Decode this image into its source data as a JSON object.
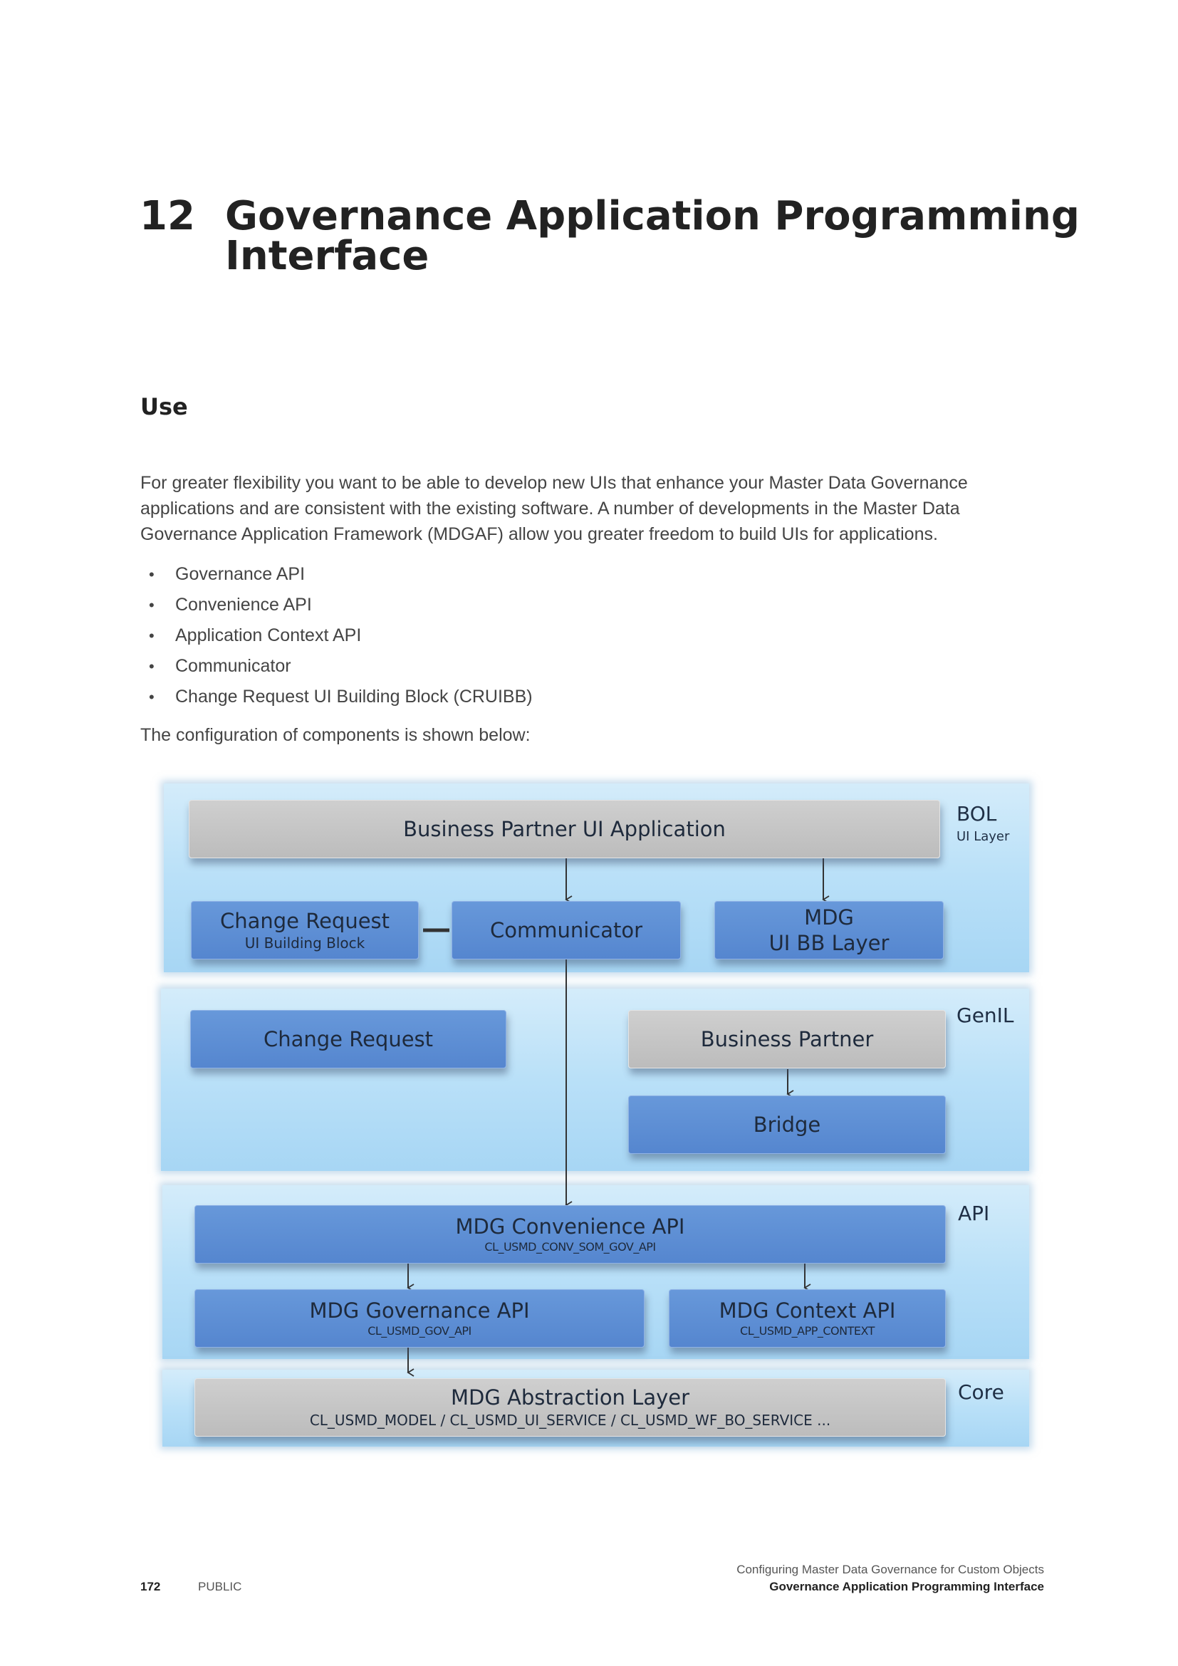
{
  "chapter": {
    "number": "12",
    "title": "Governance Application Programming Interface"
  },
  "section": {
    "heading": "Use",
    "intro": "For greater flexibility you want to be able to develop new UIs that enhance your Master Data Governance applications and are consistent with the existing software. A number of developments in the Master Data Governance Application Framework (MDGAF) allow you greater freedom to build UIs for applications.",
    "bullets": [
      "Governance API",
      "Convenience API",
      "Application Context API",
      "Communicator",
      "Change Request UI Building Block (CRUIBB)"
    ],
    "caption": "The configuration of components is shown below:"
  },
  "diagram": {
    "layers": {
      "bol": "BOL",
      "bol_sub": "UI Layer",
      "genil": "GenIL",
      "api": "API",
      "core": "Core"
    },
    "boxes": {
      "bp_ui_app": "Business Partner UI Application",
      "cr_ui_bb_line1": "Change Request",
      "cr_ui_bb_line2": "UI Building Block",
      "communicator": "Communicator",
      "mdg_ui_bb_line1": "MDG",
      "mdg_ui_bb_line2": "UI BB Layer",
      "change_request": "Change Request",
      "business_partner": "Business Partner",
      "bridge": "Bridge",
      "convenience_api": "MDG Convenience API",
      "convenience_api_class": "CL_USMD_CONV_SOM_GOV_API",
      "governance_api": "MDG Governance API",
      "governance_api_class": "CL_USMD_GOV_API",
      "context_api": "MDG Context API",
      "context_api_class": "CL_USMD_APP_CONTEXT",
      "abstraction_layer": "MDG Abstraction Layer",
      "abstraction_layer_classes": "CL_USMD_MODEL / CL_USMD_UI_SERVICE / CL_USMD_WF_BO_SERVICE ..."
    },
    "colors": {
      "blue_box": "#5a8ad2",
      "grey_box": "#c4c4c4",
      "layer_bg": "#b9e0f8"
    }
  },
  "footer": {
    "page_number": "172",
    "classification": "PUBLIC",
    "document_title": "Configuring Master Data Governance for Custom Objects",
    "chapter_title": "Governance Application Programming Interface"
  }
}
